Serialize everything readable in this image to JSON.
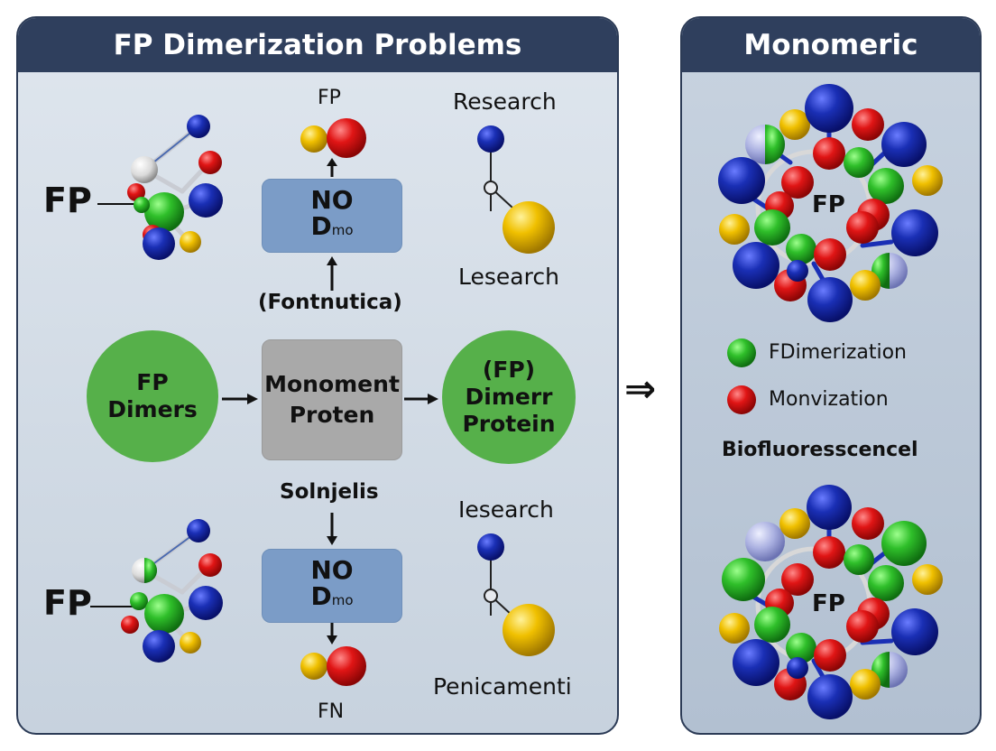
{
  "left_panel": {
    "title": "FP Dimerization Problems",
    "fp_label_top": "FP",
    "fp_label_bottom": "FP",
    "top_pair_label": "FP",
    "top_box": {
      "line1": "NO",
      "line2": "D",
      "line2_sub": "mo"
    },
    "top_box_caption": "(Fontnutica)",
    "research_top": "Research",
    "lesearch": "Lesearch",
    "flow": {
      "left": {
        "line1": "FP",
        "line2": "Dimers"
      },
      "middle": {
        "line1": "Monoment",
        "line2": "Proten"
      },
      "right": {
        "line1": "(FP)",
        "line2": "Dimerr",
        "line3": "Protein"
      }
    },
    "solnjelis": "Solnjelis",
    "bottom_box": {
      "line1": "NO",
      "line2": "D",
      "line2_sub": "mo"
    },
    "bottom_pair_label": "FN",
    "iesearch": "Iesearch",
    "penicamenti": "Penicamenti"
  },
  "transition_arrow": "⇒",
  "right_panel": {
    "title": "Monomeric",
    "ring_top_label": "FP",
    "ring_bottom_label": "FP",
    "legend": [
      {
        "label": "FDimerization",
        "color": "#22aa22"
      },
      {
        "label": "Monvization",
        "color": "#dd1111"
      }
    ],
    "section_label": "Biofluoresscencel"
  },
  "colors": {
    "header": "#2f3f5d",
    "blue_atom": "#1020a0",
    "red_atom": "#dd1111",
    "green_atom": "#22aa22",
    "yellow_atom": "#e6b800",
    "white_atom": "#e8e8e8",
    "green_circle": "#56b04a",
    "blue_box": "#7b9cc7",
    "gray_box": "#a9a9a9"
  }
}
